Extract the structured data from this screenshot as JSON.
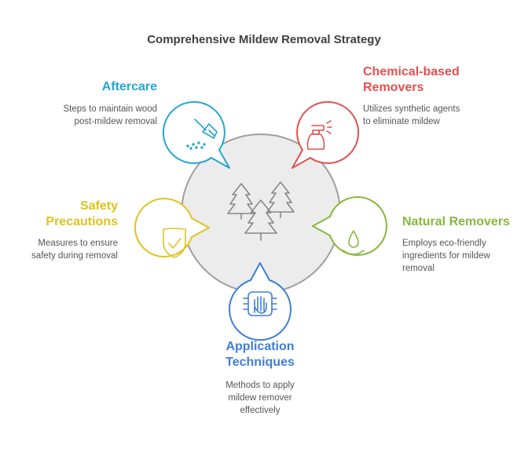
{
  "title": "Comprehensive Mildew Removal Strategy",
  "colors": {
    "hub_fill": "#ececec",
    "hub_stroke": "#9e9e9e",
    "aftercare": "#23a6d0",
    "chemical": "#e3514c",
    "natural": "#87b83a",
    "application": "#3f7ed8",
    "safety": "#e0c21f"
  },
  "items": {
    "aftercare": {
      "label_1": "Aftercare",
      "desc_1": "Steps to maintain wood",
      "desc_2": "post-mildew removal",
      "icon": "broom-icon"
    },
    "chemical": {
      "label_1": "Chemical-based",
      "label_2": "Removers",
      "desc_1": "Utilizes synthetic agents",
      "desc_2": "to eliminate mildew",
      "icon": "spray-bottle-icon"
    },
    "natural": {
      "label_1": "Natural Removers",
      "desc_1": "Employs eco-friendly",
      "desc_2": "ingredients for mildew",
      "desc_3": "removal",
      "icon": "water-drop-icon"
    },
    "application": {
      "label_1": "Application",
      "label_2": "Techniques",
      "desc_1": "Methods to apply",
      "desc_2": "mildew remover",
      "desc_3": "effectively",
      "icon": "glove-icon"
    },
    "safety": {
      "label_1": "Safety",
      "label_2": "Precautions",
      "desc_1": "Measures to ensure",
      "desc_2": "safety during removal",
      "icon": "shield-check-icon"
    }
  },
  "hub_icon": "pine-trees-icon"
}
